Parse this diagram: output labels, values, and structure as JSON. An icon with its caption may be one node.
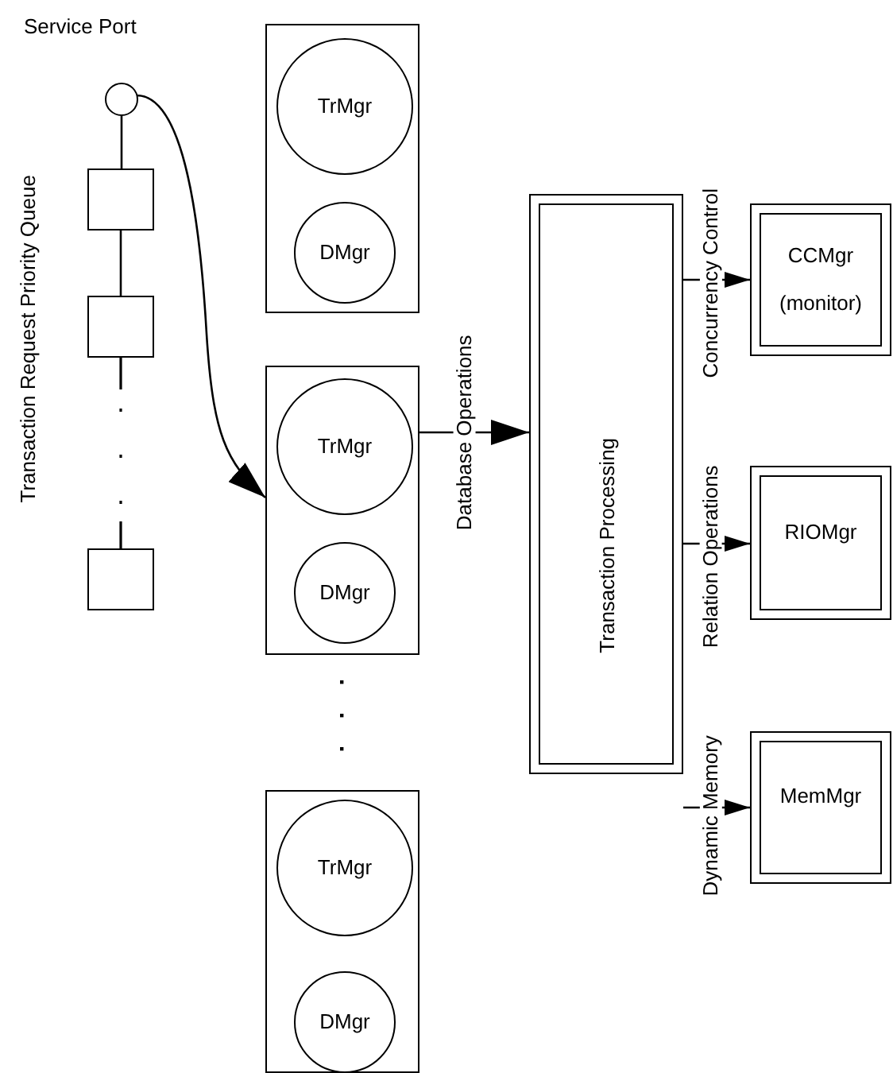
{
  "diagram": {
    "nodes": [
      {
        "text": [],
        "shape": "circle",
        "beside": [
          "Service Port"
        ]
      },
      {
        "text": [],
        "shape": "box"
      },
      {
        "text": [],
        "shape": "box"
      },
      {
        "text": [],
        "shape": "box"
      },
      {
        "text": [],
        "shape": "box"
      },
      {
        "text": [
          "TrMgr"
        ],
        "in": 4
      },
      {
        "text": [
          "DMgr"
        ],
        "in": 4
      },
      {
        "text": [],
        "shape": "box"
      },
      {
        "text": [
          "TrMgr"
        ],
        "in": 7
      },
      {
        "text": [
          "DMgr"
        ],
        "in": 7
      },
      {
        "text": [],
        "shape": "box"
      },
      {
        "text": [
          "TrMgr"
        ],
        "in": 10
      },
      {
        "text": [
          "DMgr"
        ],
        "in": 10
      },
      {
        "text": [
          "Transaction Processing"
        ]
      },
      {
        "text": [
          "CCMgr",
          "(monitor)"
        ]
      },
      {
        "text": [
          "RIOMgr"
        ]
      },
      {
        "text": [
          "MemMgr"
        ]
      }
    ],
    "edges": [
      {
        "from": 0,
        "to": 1,
        "arrow": "none"
      },
      {
        "from": 1,
        "to": 2,
        "arrow": "none"
      },
      {
        "from": 2,
        "to": 3,
        "arrow": "none",
        "style": "dashed"
      },
      {
        "from": 0,
        "to": 7,
        "arrow": "to"
      },
      {
        "from": 7,
        "to": 13,
        "arrow": "to",
        "label": "Database Operations"
      },
      {
        "from": 13,
        "to": 14,
        "arrow": "to",
        "label": "Concurrency Control"
      },
      {
        "from": 13,
        "to": 15,
        "arrow": "to",
        "label": "Relation Operations"
      },
      {
        "from": 13,
        "to": 16,
        "arrow": "to",
        "label": "Dynamic Memory"
      }
    ],
    "labels": [
      "Transaction Request Priority Queue"
    ]
  }
}
